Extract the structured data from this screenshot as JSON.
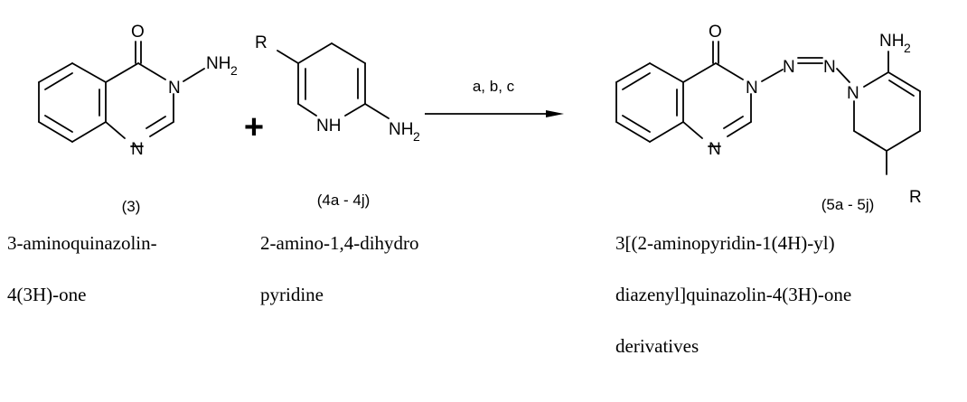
{
  "reactant1": {
    "atoms": {
      "O": "O",
      "N3": "N",
      "NH2": "NH",
      "NH2_sub": "2",
      "N1": "N"
    },
    "label": "(3)",
    "name_line1": "3-aminoquinazolin-",
    "name_line2": "4(3H)-one"
  },
  "plus": "+",
  "reactant2": {
    "atoms": {
      "R": "R",
      "NH": "NH",
      "NH2": "NH",
      "NH2_sub": "2"
    },
    "label": "(4a - 4j)",
    "name_line1": "2-amino-1,4-dihydro",
    "name_line2": "pyridine"
  },
  "arrow": {
    "conditions": "a, b, c"
  },
  "product": {
    "atoms": {
      "O": "O",
      "N3": "N",
      "N_azo1": "N",
      "N_azo2": "N",
      "N_pyr": "N",
      "NH2": "NH",
      "NH2_sub": "2",
      "N1": "N",
      "R": "R"
    },
    "label": "(5a - 5j)",
    "name_line1": "3[(2-aminopyridin-1(4H)-yl)",
    "name_line2": "diazenyl]quinazolin-4(3H)-one",
    "name_line3": "derivatives"
  }
}
